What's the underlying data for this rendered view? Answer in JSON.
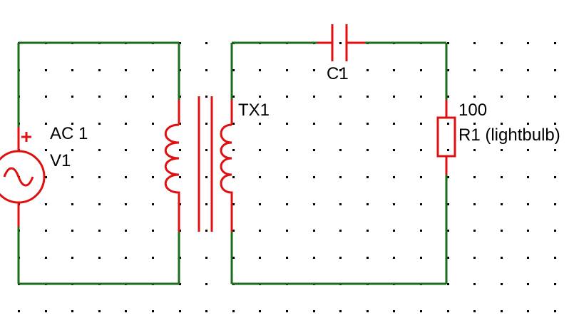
{
  "colors": {
    "wire": "#1a6e1a",
    "component": "#e01010",
    "grid_dot": "#000000",
    "label": "#000000",
    "background": "#ffffff"
  },
  "components": {
    "voltage_source": {
      "name": "V1",
      "value": "AC 1",
      "polarity": "+"
    },
    "transformer": {
      "name": "TX1"
    },
    "capacitor": {
      "name": "C1"
    },
    "resistor": {
      "name": "R1 (lightbulb)",
      "value": "100"
    }
  }
}
